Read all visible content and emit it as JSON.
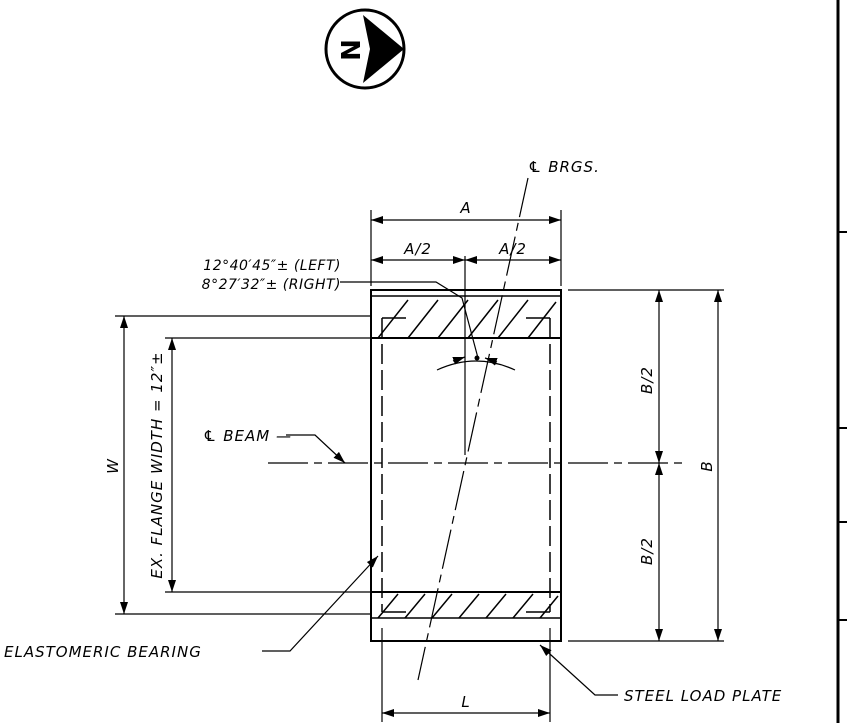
{
  "labels": {
    "centerline_bearings": "℄ BRGS.",
    "centerline_beam": "℄ BEAM —",
    "angle_left": "12°40′45″± (LEFT)",
    "angle_right": "8°27′32″± (RIGHT)",
    "dim_a": "A",
    "dim_a_half_left": "A/2",
    "dim_a_half_right": "A/2",
    "dim_b": "B",
    "dim_b_half_top": "B/2",
    "dim_b_half_bottom": "B/2",
    "dim_w": "W",
    "dim_flange": "EX. FLANGE WIDTH = 12″±",
    "elastomeric_bearing": "ELASTOMERIC BEARING",
    "steel_load_plate": "STEEL LOAD PLATE",
    "dim_l": "L"
  },
  "icons": {
    "north_arrow": "north-arrow-icon",
    "north_letter": "N"
  }
}
